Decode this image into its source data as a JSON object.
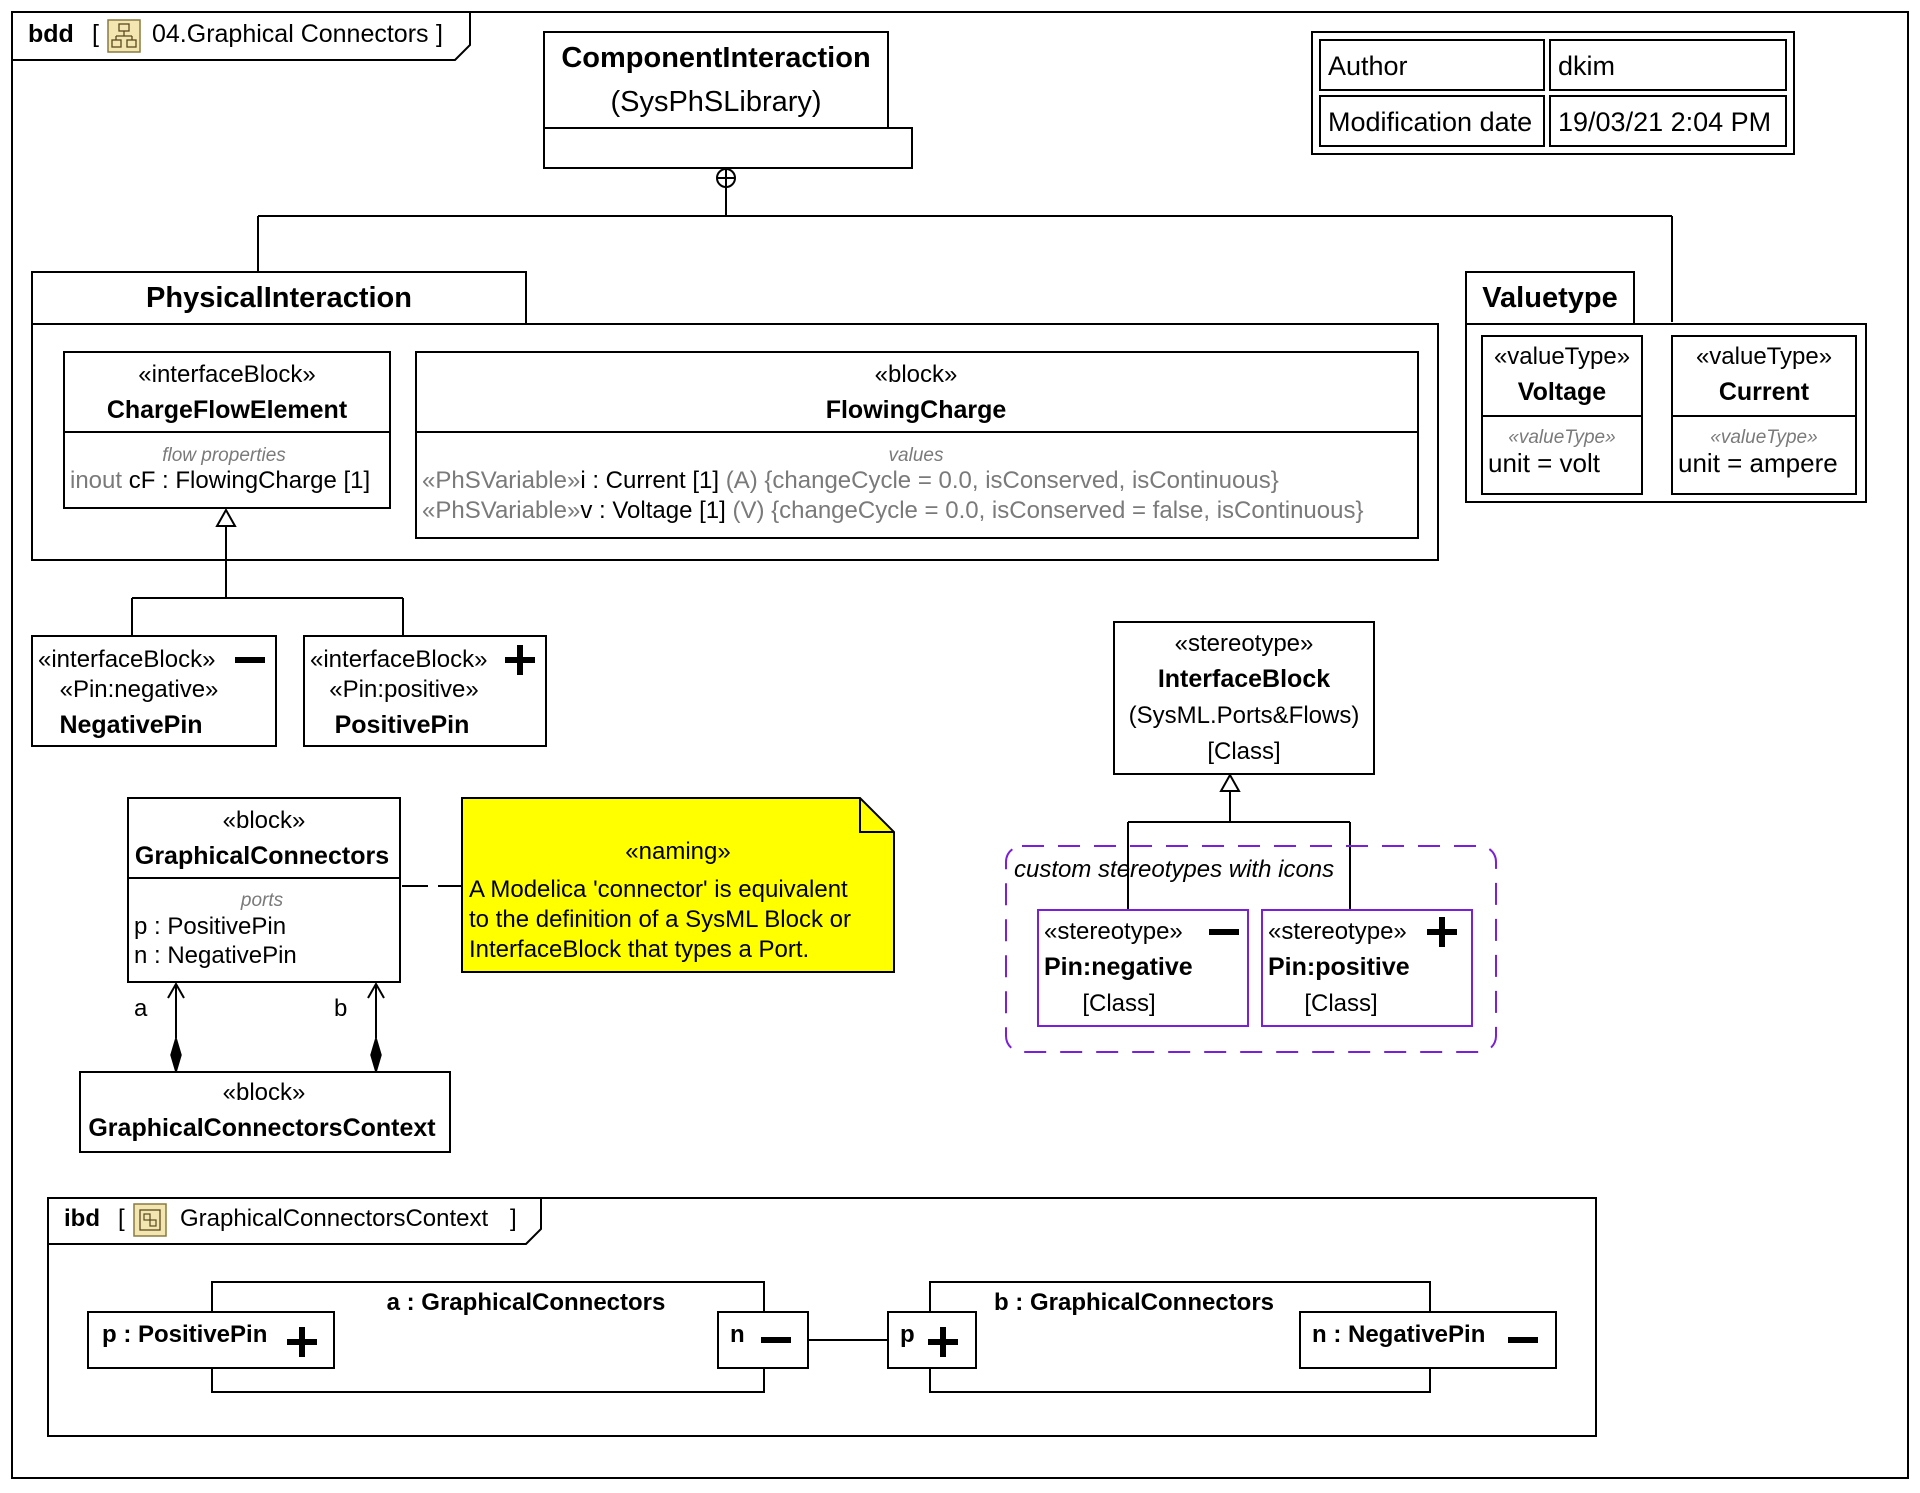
{
  "frame": {
    "kind": "bdd",
    "name": "04.Graphical Connectors",
    "icon": "diagram-icon"
  },
  "component_interaction": {
    "name": "ComponentInteraction",
    "owner": "(SysPhSLibrary)"
  },
  "info_table": {
    "rows": [
      {
        "key": "Author",
        "value": "dkim"
      },
      {
        "key": "Modification date",
        "value": "19/03/21 2:04 PM"
      }
    ]
  },
  "physical_interaction": {
    "title": "PhysicalInteraction",
    "charge_flow_element": {
      "stereotype": "«interfaceBlock»",
      "name": "ChargeFlowElement",
      "section": "flow properties",
      "property_direction": "inout",
      "property_name": "cF",
      "property_type": " : FlowingCharge [1]"
    },
    "flowing_charge": {
      "stereotype": "«block»",
      "name": "FlowingCharge",
      "section": "values",
      "values": [
        {
          "stereo": "«PhSVariable»",
          "main": "i : Current [1]",
          "rest": " (A) {changeCycle = 0.0, isConserved, isContinuous}"
        },
        {
          "stereo": "«PhSVariable»",
          "main": "v : Voltage [1]",
          "rest": " (V) {changeCycle = 0.0, isConserved = false, isContinuous}"
        }
      ]
    }
  },
  "valuetype": {
    "title": "Valuetype",
    "items": [
      {
        "stereotype": "«valueType»",
        "name": "Voltage",
        "section": "«valueType»",
        "value": "unit = volt"
      },
      {
        "stereotype": "«valueType»",
        "name": "Current",
        "section": "«valueType»",
        "value": "unit = ampere"
      }
    ]
  },
  "negative_pin": {
    "stereo1": "«interfaceBlock»",
    "stereo2": "«Pin:negative»",
    "name": "NegativePin",
    "icon": "minus-icon"
  },
  "positive_pin": {
    "stereo1": "«interfaceBlock»",
    "stereo2": "«Pin:positive»",
    "name": "PositivePin",
    "icon": "plus-icon"
  },
  "graphical_connectors": {
    "stereotype": "«block»",
    "name": "GraphicalConnectors",
    "section": "ports",
    "ports": [
      "p : PositivePin",
      "n : NegativePin"
    ]
  },
  "note": {
    "stereotype": "«naming»",
    "lines": [
      "A Modelica 'connector' is equivalent",
      "to the definition of a SysML Block or",
      "InterfaceBlock that types a Port."
    ]
  },
  "association_ends": {
    "a": "a",
    "b": "b"
  },
  "context_block": {
    "stereotype": "«block»",
    "name": "GraphicalConnectorsContext"
  },
  "interface_block_stereotype": {
    "stereotype": "«stereotype»",
    "name": "InterfaceBlock",
    "owner": "(SysML.Ports&Flows)",
    "metaclass": "[Class]"
  },
  "custom_stereotypes": {
    "label": "custom stereotypes with icons",
    "items": [
      {
        "stereotype": "«stereotype»",
        "name": "Pin:negative",
        "metaclass": "[Class]",
        "icon": "minus-icon"
      },
      {
        "stereotype": "«stereotype»",
        "name": "Pin:positive",
        "metaclass": "[Class]",
        "icon": "plus-icon"
      }
    ]
  },
  "colors": {
    "note_fill": "#ffff00",
    "stereotype_purple": "#7b1fd8",
    "grey_text": "#7a7a7a"
  },
  "ibd": {
    "kind": "ibd",
    "name": "GraphicalConnectorsContext",
    "icon": "diagram-icon",
    "part_a": {
      "name": "a : GraphicalConnectors",
      "port_left": "p : PositivePin",
      "port_right": "n"
    },
    "part_b": {
      "name": "b : GraphicalConnectors",
      "port_left": "p",
      "port_right": "n : NegativePin"
    }
  }
}
